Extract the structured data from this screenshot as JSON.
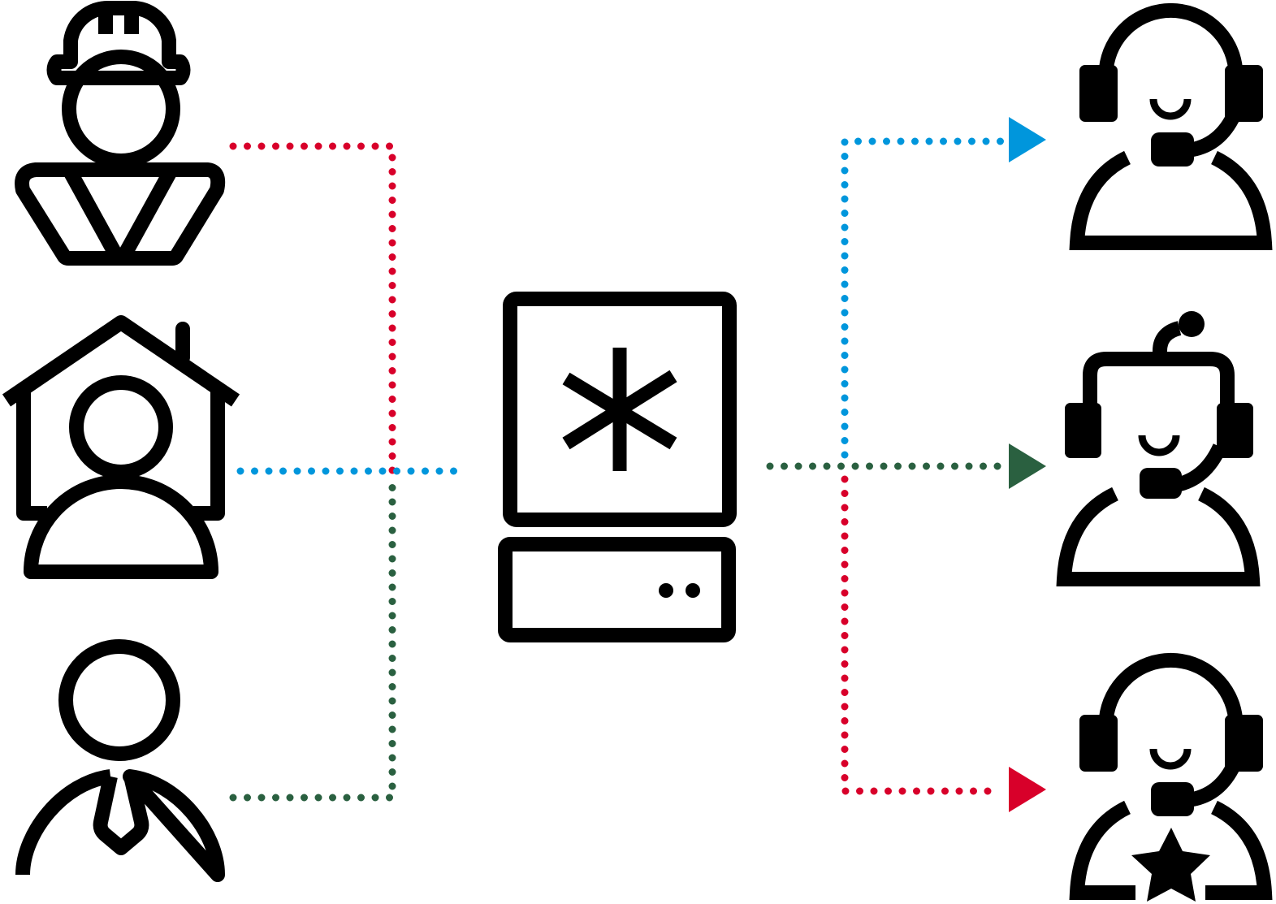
{
  "colors": {
    "stroke": "#000000",
    "red": "#d8002a",
    "blue": "#0096dc",
    "green": "#2a6040"
  },
  "nodes": {
    "callers": [
      {
        "icon": "construction-worker-icon"
      },
      {
        "icon": "home-user-icon"
      },
      {
        "icon": "business-user-icon"
      }
    ],
    "pbx": {
      "icon": "asterisk-server-icon",
      "symbol": "✱"
    },
    "agents": [
      {
        "icon": "support-agent-headset-icon"
      },
      {
        "icon": "robot-agent-headset-icon"
      },
      {
        "icon": "senior-agent-headset-star-icon"
      }
    ]
  },
  "routes": [
    {
      "from": "construction-worker",
      "to": "support-agent",
      "color": "red"
    },
    {
      "from": "home-user",
      "to": "robot-agent",
      "color": "blue"
    },
    {
      "from": "business-user",
      "to": "senior-agent",
      "color": "green"
    }
  ]
}
